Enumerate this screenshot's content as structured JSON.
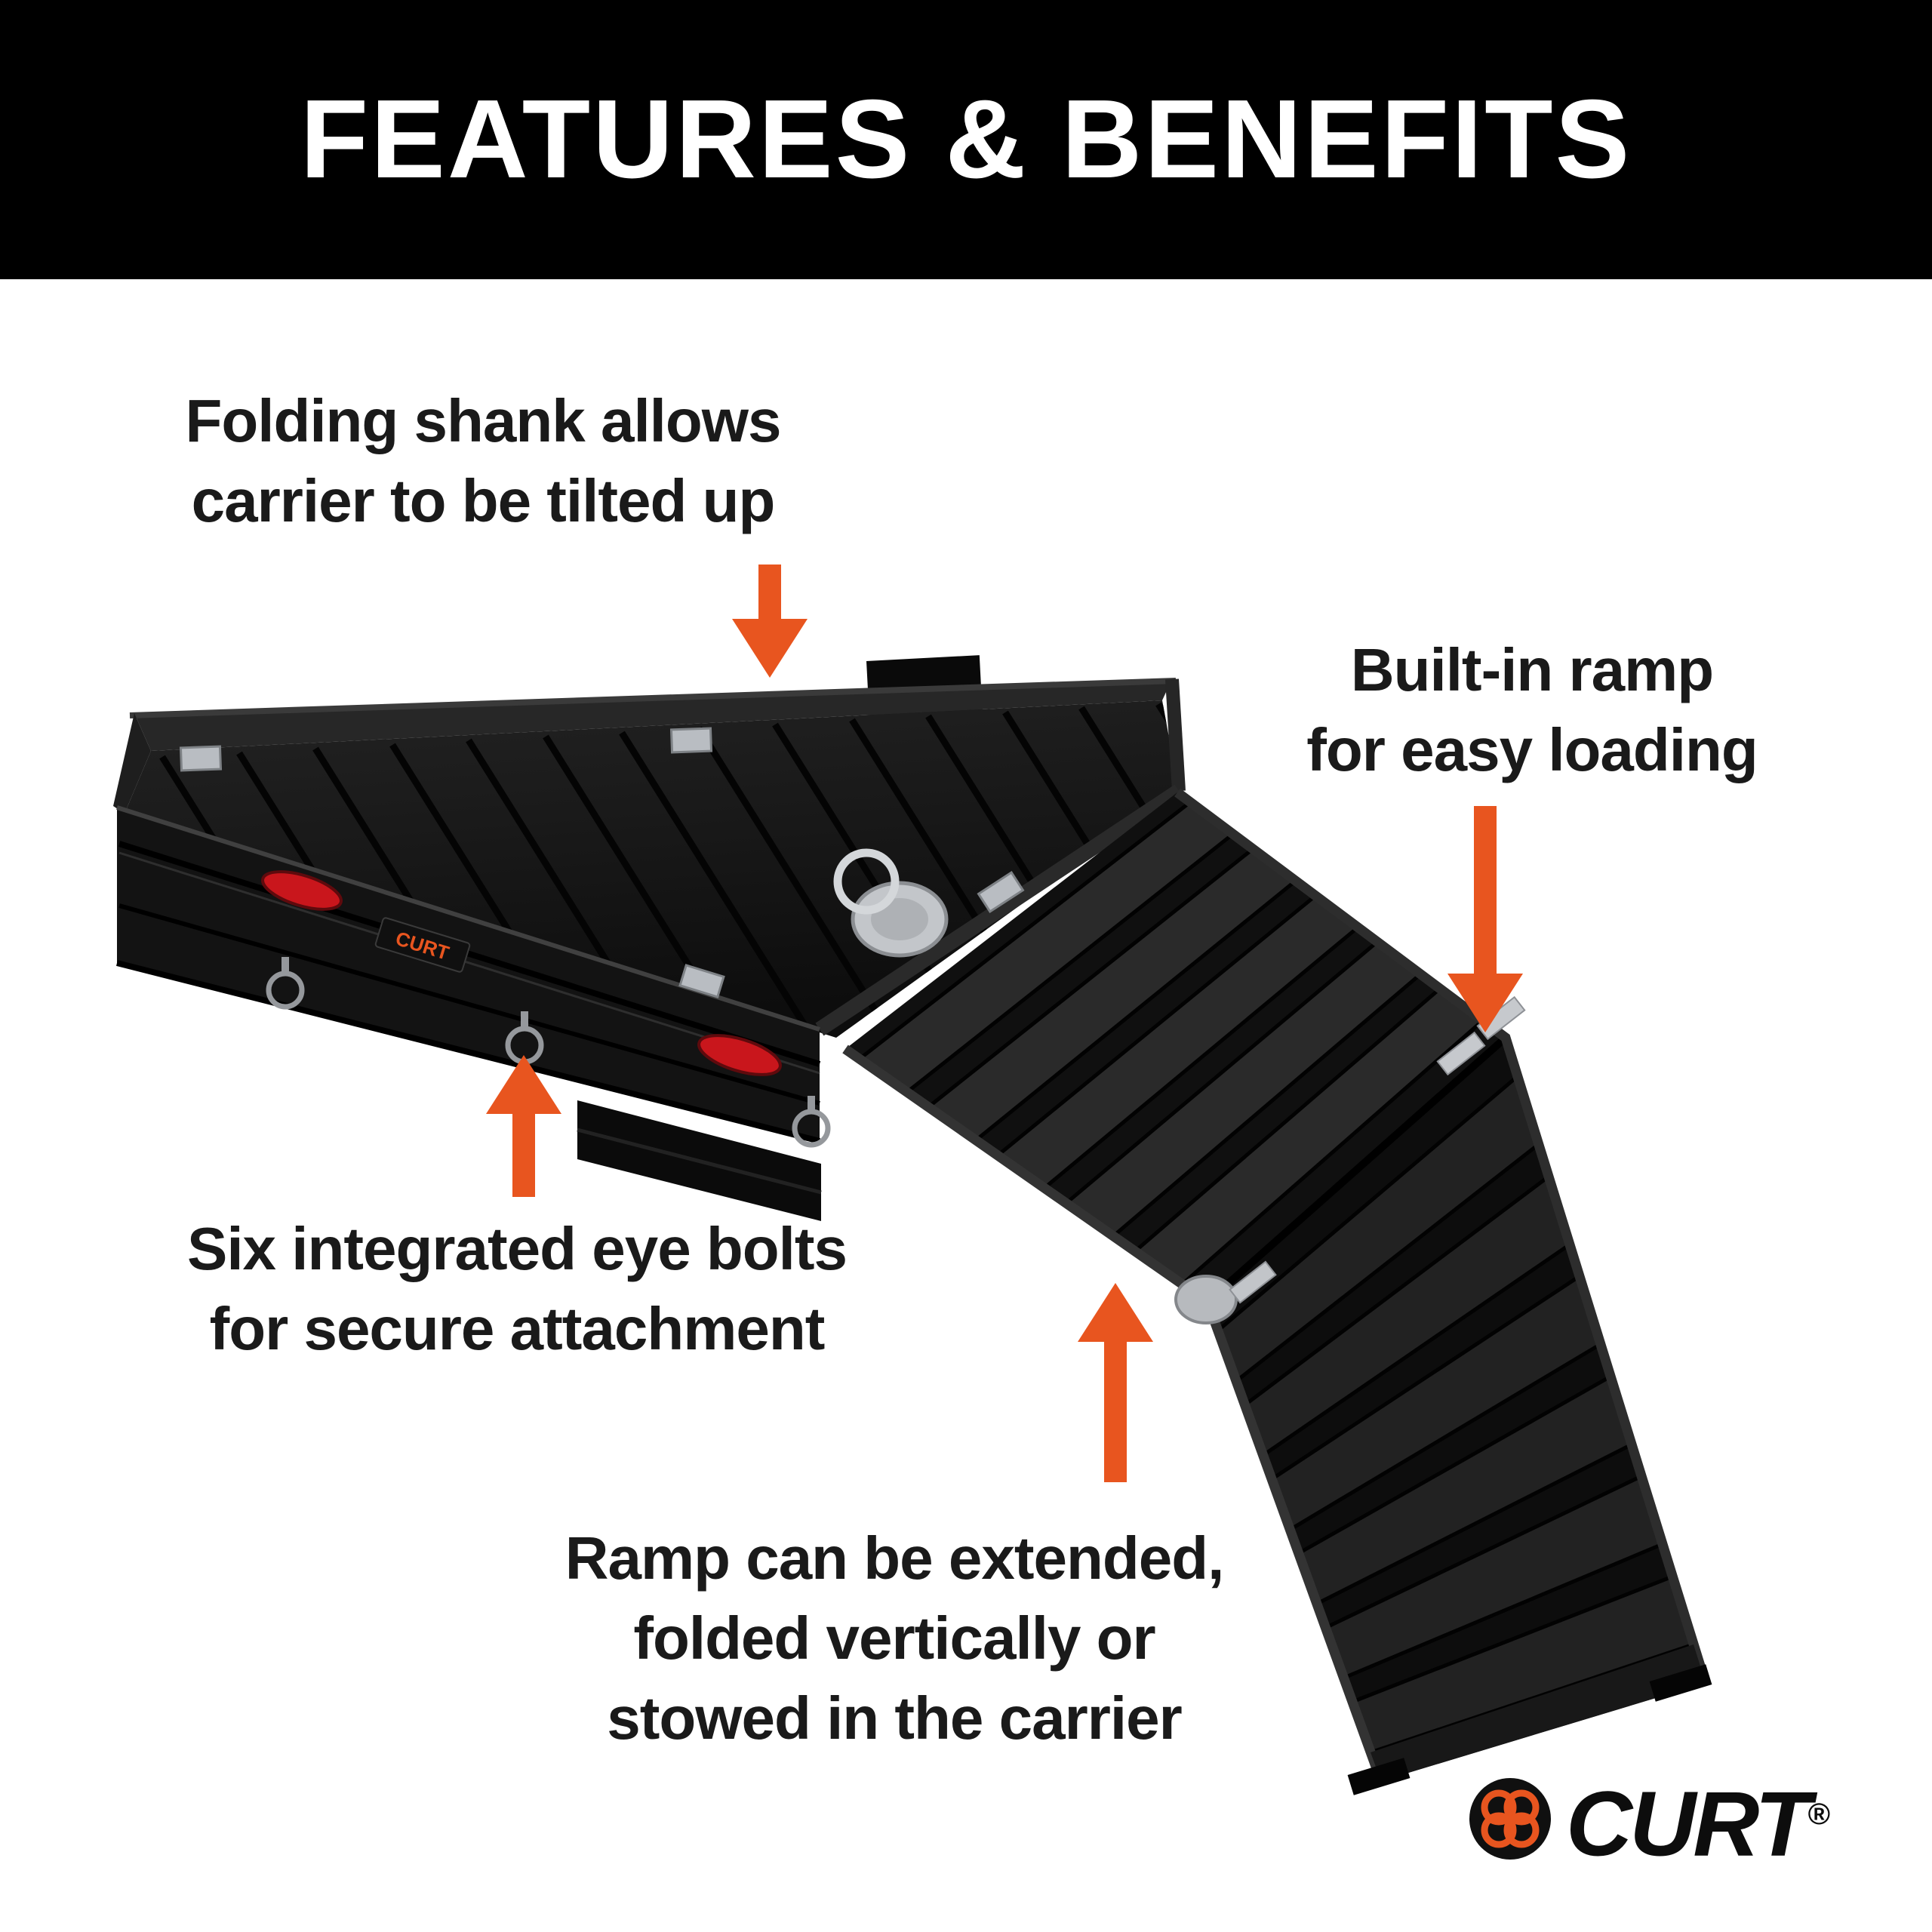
{
  "banner": {
    "title": "FEATURES & BENEFITS"
  },
  "callouts": {
    "folding_shank": {
      "lines": [
        "Folding shank allows",
        "carrier to be tilted up"
      ]
    },
    "built_in_ramp": {
      "lines": [
        "Built-in ramp",
        "for easy loading"
      ]
    },
    "eye_bolts": {
      "lines": [
        "Six integrated eye bolts",
        "for secure attachment"
      ]
    },
    "ramp_flex": {
      "lines": [
        "Ramp can be extended,",
        "folded vertically or",
        "stowed in the carrier"
      ]
    }
  },
  "product": {
    "sticker": "CURT"
  },
  "brand": {
    "name": "CURT",
    "registered": "®"
  },
  "colors": {
    "accent": "#E8551F",
    "banner_bg": "#000000",
    "text": "#1A1A1A",
    "reflector": "#C9161C"
  }
}
